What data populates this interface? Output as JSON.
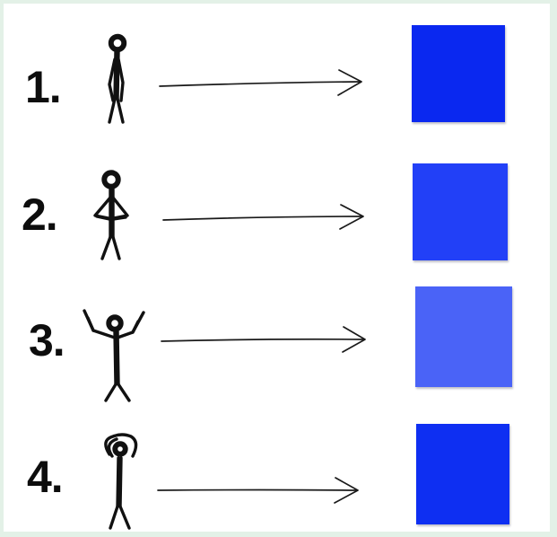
{
  "rows": [
    {
      "label": "1.",
      "figure": "stick-figure-standing-icon",
      "color": "#0a28f0"
    },
    {
      "label": "2.",
      "figure": "stick-figure-arms-crossed-icon",
      "color": "#2240f7"
    },
    {
      "label": "3.",
      "figure": "stick-figure-arms-raised-icon",
      "color": "#4a63f7"
    },
    {
      "label": "4.",
      "figure": "stick-figure-arms-circle-icon",
      "color": "#0e2ff2"
    }
  ]
}
